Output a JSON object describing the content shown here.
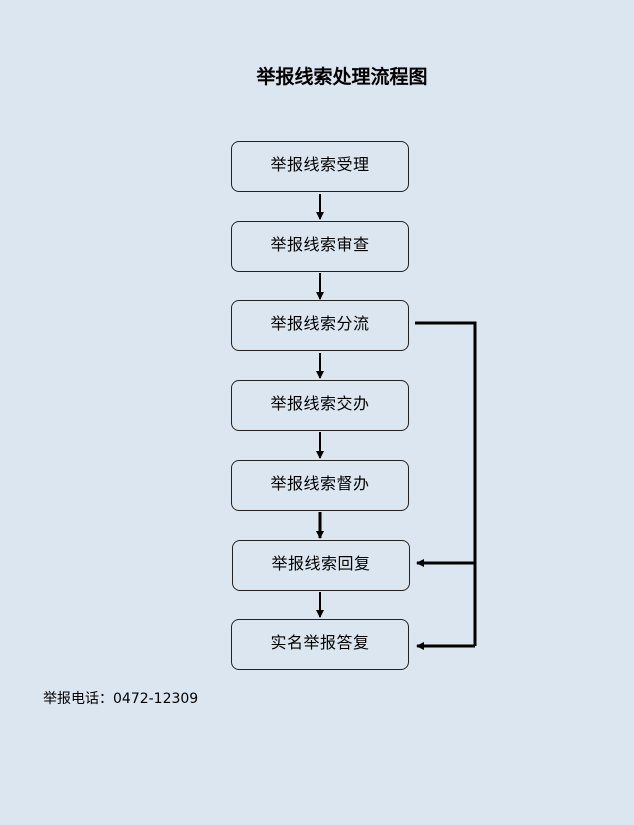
{
  "title": "举报线索处理流程图",
  "steps": [
    {
      "label": "举报线索受理"
    },
    {
      "label": "举报线索审查"
    },
    {
      "label": "举报线索分流"
    },
    {
      "label": "举报线索交办"
    },
    {
      "label": "举报线索督办"
    },
    {
      "label": "举报线索回复"
    },
    {
      "label": "实名举报答复"
    }
  ],
  "footer": {
    "label": "举报电话：",
    "phone": "0472-12309"
  }
}
